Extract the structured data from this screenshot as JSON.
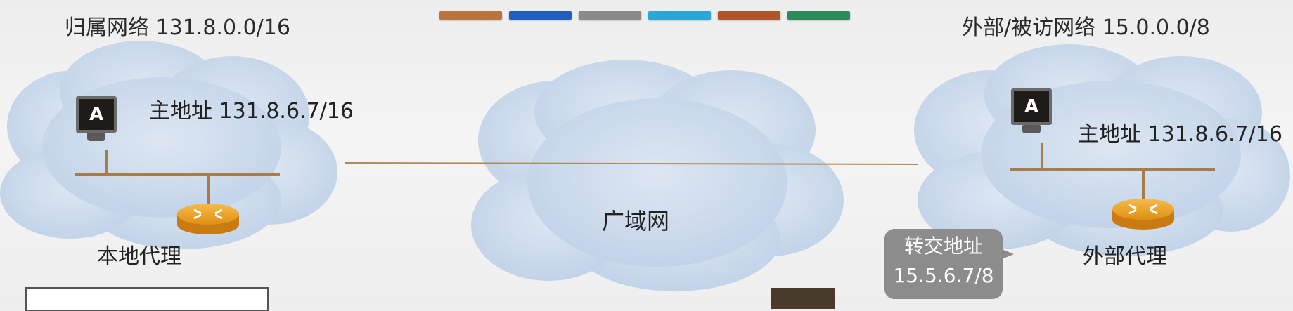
{
  "home_network": {
    "title": "归属网络 131.8.0.0/16",
    "host_label": "A",
    "address_label": "主地址 131.8.6.7/16",
    "agent_label": "本地代理"
  },
  "foreign_network": {
    "title": "外部/被访网络 15.0.0.0/8",
    "host_label": "A",
    "address_label": "主地址 131.8.6.7/16",
    "agent_label": "外部代理",
    "care_of_line1": "转交地址",
    "care_of_line2": "15.5.6.7/8"
  },
  "wan_label": "广域网",
  "legend_colors": [
    "#b8743d",
    "#1f5fbf",
    "#8a8a8a",
    "#2aa6d9",
    "#b0542a",
    "#2d8a5a"
  ],
  "colors": {
    "cloud": "#c8d8ec",
    "bus": "#a87b4b",
    "router": "#e89a20"
  }
}
